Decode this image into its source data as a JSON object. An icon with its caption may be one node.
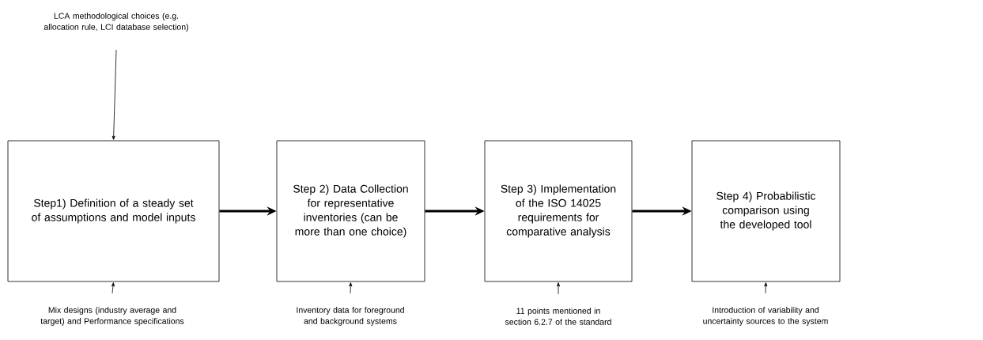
{
  "diagram": {
    "nodes": [
      {
        "text": [
          "LCA methodological choices (e.g. allocation rule, LCI database selection)"
        ]
      },
      {
        "text": [
          "Step1) Definition of a steady set of assumptions and model inputs"
        ]
      },
      {
        "text": [
          "Step 2) Data Collection for representative inventories (can be more than one choice)"
        ]
      },
      {
        "text": [
          "Step 3) Implementation of the ISO 14025 requirements for comparative analysis"
        ]
      },
      {
        "text": [
          "Step 4) Probabilistic comparison using the developed tool"
        ]
      },
      {
        "text": [
          "Mix designs (industry average and target) and Performance specifications"
        ]
      },
      {
        "text": [
          "Inventory data for foreground and background systems"
        ]
      },
      {
        "text": [
          "11 points mentioned in section 6.2.7 of the standard"
        ]
      },
      {
        "text": [
          "Introduction of variability and uncertainty sources to the system"
        ]
      }
    ],
    "edges": [
      {
        "from": 0,
        "to": 1,
        "arrow": "to"
      },
      {
        "from": 1,
        "to": 2,
        "arrow": "to",
        "style": "thick"
      },
      {
        "from": 2,
        "to": 3,
        "arrow": "to",
        "style": "thick"
      },
      {
        "from": 3,
        "to": 4,
        "arrow": "to",
        "style": "thick"
      },
      {
        "from": 5,
        "to": 1,
        "arrow": "to"
      },
      {
        "from": 6,
        "to": 2,
        "arrow": "to"
      },
      {
        "from": 7,
        "to": 3,
        "arrow": "to"
      },
      {
        "from": 8,
        "to": 4,
        "arrow": "to"
      }
    ]
  }
}
